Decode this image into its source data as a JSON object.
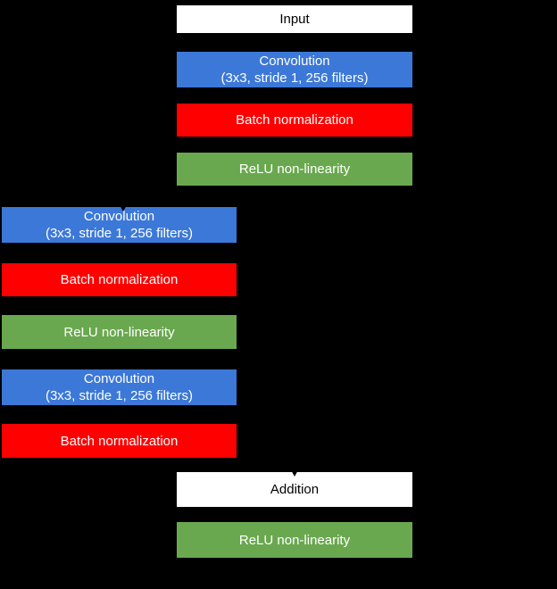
{
  "diagram": {
    "background_color": "#000000",
    "colors": {
      "convolution": "#3c78d8",
      "batch_norm": "#ff0000",
      "relu": "#6aa84f",
      "io": "#ffffff"
    },
    "nodes": [
      {
        "id": "input",
        "type": "io",
        "label": "Input"
      },
      {
        "id": "conv-1",
        "type": "convolution",
        "label": "Convolution",
        "sublabel": "(3x3, stride 1, 256 filters)"
      },
      {
        "id": "batch-norm-1",
        "type": "batch_norm",
        "label": "Batch normalization"
      },
      {
        "id": "relu-1",
        "type": "relu",
        "label": "ReLU non-linearity"
      },
      {
        "id": "conv-2",
        "type": "convolution",
        "label": "Convolution",
        "sublabel": "(3x3, stride 1, 256 filters)"
      },
      {
        "id": "batch-norm-2",
        "type": "batch_norm",
        "label": "Batch normalization"
      },
      {
        "id": "relu-2",
        "type": "relu",
        "label": "ReLU non-linearity"
      },
      {
        "id": "conv-3",
        "type": "convolution",
        "label": "Convolution",
        "sublabel": "(3x3, stride 1, 256 filters)"
      },
      {
        "id": "batch-norm-3",
        "type": "batch_norm",
        "label": "Batch normalization"
      },
      {
        "id": "addition",
        "type": "io",
        "label": "Addition"
      },
      {
        "id": "relu-3",
        "type": "relu",
        "label": "ReLU non-linearity"
      }
    ]
  }
}
